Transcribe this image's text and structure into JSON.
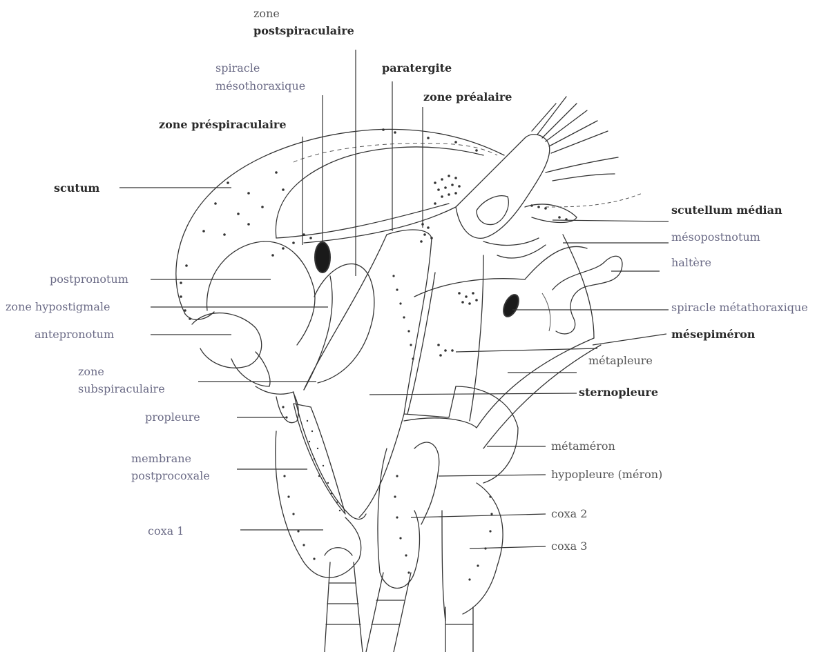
{
  "labels": {
    "zone_postspiraculaire_1": "zone",
    "zone_postspiraculaire_2": "postspiraculaire",
    "spiracle_meso_1": "spiracle",
    "spiracle_meso_2": "mésothoraxique",
    "paratergite": "paratergite",
    "zone_prealaire": "zone préalaire",
    "zone_prespiraculaire": "zone préspiraculaire",
    "scutum": "scutum",
    "scutellum_median": "scutellum médian",
    "mesopostnotum": "mésopostnotum",
    "haltere": "haltère",
    "postpronotum": "postpronotum",
    "zone_hypostigmale": "zone  hypostigmale",
    "spiracle_metathoraxique": "spiracle métathoraxique",
    "antepronotum": "antepronotum",
    "mesepimeron": "mésepiméron",
    "metapleure": "métapleure",
    "zone_subspiraculaire_1": "zone",
    "zone_subspiraculaire_2": "subspiraculaire",
    "sternopleure": "sternopleure",
    "propleure": "propleure",
    "metameron": "métaméron",
    "membrane_1": "membrane",
    "membrane_2": "postprocoxale",
    "hypopleure": "hypopleure (méron)",
    "coxa1": "coxa 1",
    "coxa2": "coxa 2",
    "coxa3": "coxa 3"
  }
}
